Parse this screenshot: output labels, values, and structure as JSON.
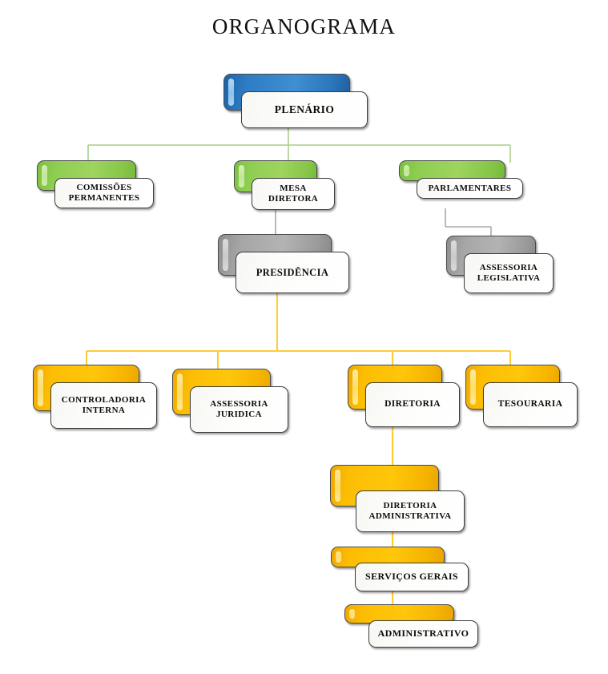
{
  "page": {
    "title": "ORGANOGRAMA",
    "type": "organizational-chart",
    "language": "pt-BR"
  },
  "palette": {
    "blue": "#2E7CC4",
    "green": "#8FCE52",
    "gray": "#A6A6A6",
    "gold": "#FFC000",
    "face": "#FFFFFF",
    "text": "#0B0B0B",
    "connector_green": "#A9CF8A",
    "connector_gray": "#A8A8A8",
    "connector_gold": "#FFCC33"
  },
  "chart_data": {
    "type": "diagram",
    "title": "ORGANOGRAMA",
    "nodes": [
      {
        "id": "plenario",
        "label": "PLENÁRIO",
        "level": 0,
        "color": "blue",
        "parent": null
      },
      {
        "id": "comissoes",
        "label": "COMISSÕES\nPERMANENTES",
        "level": 1,
        "color": "green",
        "parent": "plenario"
      },
      {
        "id": "mesa",
        "label": "MESA\nDIRETORA",
        "level": 1,
        "color": "green",
        "parent": "plenario"
      },
      {
        "id": "parlamentares",
        "label": "PARLAMENTARES",
        "level": 1,
        "color": "green",
        "parent": "plenario"
      },
      {
        "id": "presidencia",
        "label": "PRESIDÊNCIA",
        "level": 2,
        "color": "gray",
        "parent": "mesa"
      },
      {
        "id": "assleg",
        "label": "ASSESSORIA\nLEGISLATIVA",
        "level": 2,
        "color": "gray",
        "parent": "parlamentares"
      },
      {
        "id": "controladoria",
        "label": "CONTROLADORIA\nINTERNA",
        "level": 3,
        "color": "gold",
        "parent": "presidencia"
      },
      {
        "id": "assjur",
        "label": "ASSESSORIA\nJURIDICA",
        "level": 3,
        "color": "gold",
        "parent": "presidencia"
      },
      {
        "id": "diretoria",
        "label": "DIRETORIA",
        "level": 3,
        "color": "gold",
        "parent": "presidencia"
      },
      {
        "id": "tesouraria",
        "label": "TESOURARIA",
        "level": 3,
        "color": "gold",
        "parent": "presidencia"
      },
      {
        "id": "diradm",
        "label": "DIRETORIA\nADMINISTRATIVA",
        "level": 4,
        "color": "gold",
        "parent": "diretoria"
      },
      {
        "id": "servicos",
        "label": "SERVIÇOS GERAIS",
        "level": 5,
        "color": "gold",
        "parent": "diradm"
      },
      {
        "id": "administrativo",
        "label": "ADMINISTRATIVO",
        "level": 6,
        "color": "gold",
        "parent": "servicos"
      }
    ],
    "edges": [
      {
        "from": "plenario",
        "to": "comissoes",
        "color": "connector_green"
      },
      {
        "from": "plenario",
        "to": "mesa",
        "color": "connector_green"
      },
      {
        "from": "plenario",
        "to": "parlamentares",
        "color": "connector_green"
      },
      {
        "from": "mesa",
        "to": "presidencia",
        "color": "connector_gray"
      },
      {
        "from": "parlamentares",
        "to": "assleg",
        "color": "connector_gray"
      },
      {
        "from": "presidencia",
        "to": "controladoria",
        "color": "connector_gold"
      },
      {
        "from": "presidencia",
        "to": "assjur",
        "color": "connector_gold"
      },
      {
        "from": "presidencia",
        "to": "diretoria",
        "color": "connector_gold"
      },
      {
        "from": "presidencia",
        "to": "tesouraria",
        "color": "connector_gold"
      },
      {
        "from": "diretoria",
        "to": "diradm",
        "color": "connector_gold"
      },
      {
        "from": "diradm",
        "to": "servicos",
        "color": "connector_gold"
      },
      {
        "from": "servicos",
        "to": "administrativo",
        "color": "connector_gold"
      }
    ]
  },
  "nodes": {
    "plenario": {
      "line1": "PLENÁRIO",
      "line2": ""
    },
    "comissoes": {
      "line1": "COMISSÕES",
      "line2": "PERMANENTES"
    },
    "mesa": {
      "line1": "MESA",
      "line2": "DIRETORA"
    },
    "parlamentares": {
      "line1": "PARLAMENTARES",
      "line2": ""
    },
    "presidencia": {
      "line1": "PRESIDÊNCIA",
      "line2": ""
    },
    "assleg": {
      "line1": "ASSESSORIA",
      "line2": "LEGISLATIVA"
    },
    "controladoria": {
      "line1": "CONTROLADORIA",
      "line2": "INTERNA"
    },
    "assjur": {
      "line1": "ASSESSORIA",
      "line2": "JURIDICA"
    },
    "diretoria": {
      "line1": "DIRETORIA",
      "line2": ""
    },
    "tesouraria": {
      "line1": "TESOURARIA",
      "line2": ""
    },
    "diradm": {
      "line1": "DIRETORIA",
      "line2": "ADMINISTRATIVA"
    },
    "servicos": {
      "line1": "SERVIÇOS GERAIS",
      "line2": ""
    },
    "administrativo": {
      "line1": "ADMINISTRATIVO",
      "line2": ""
    }
  }
}
